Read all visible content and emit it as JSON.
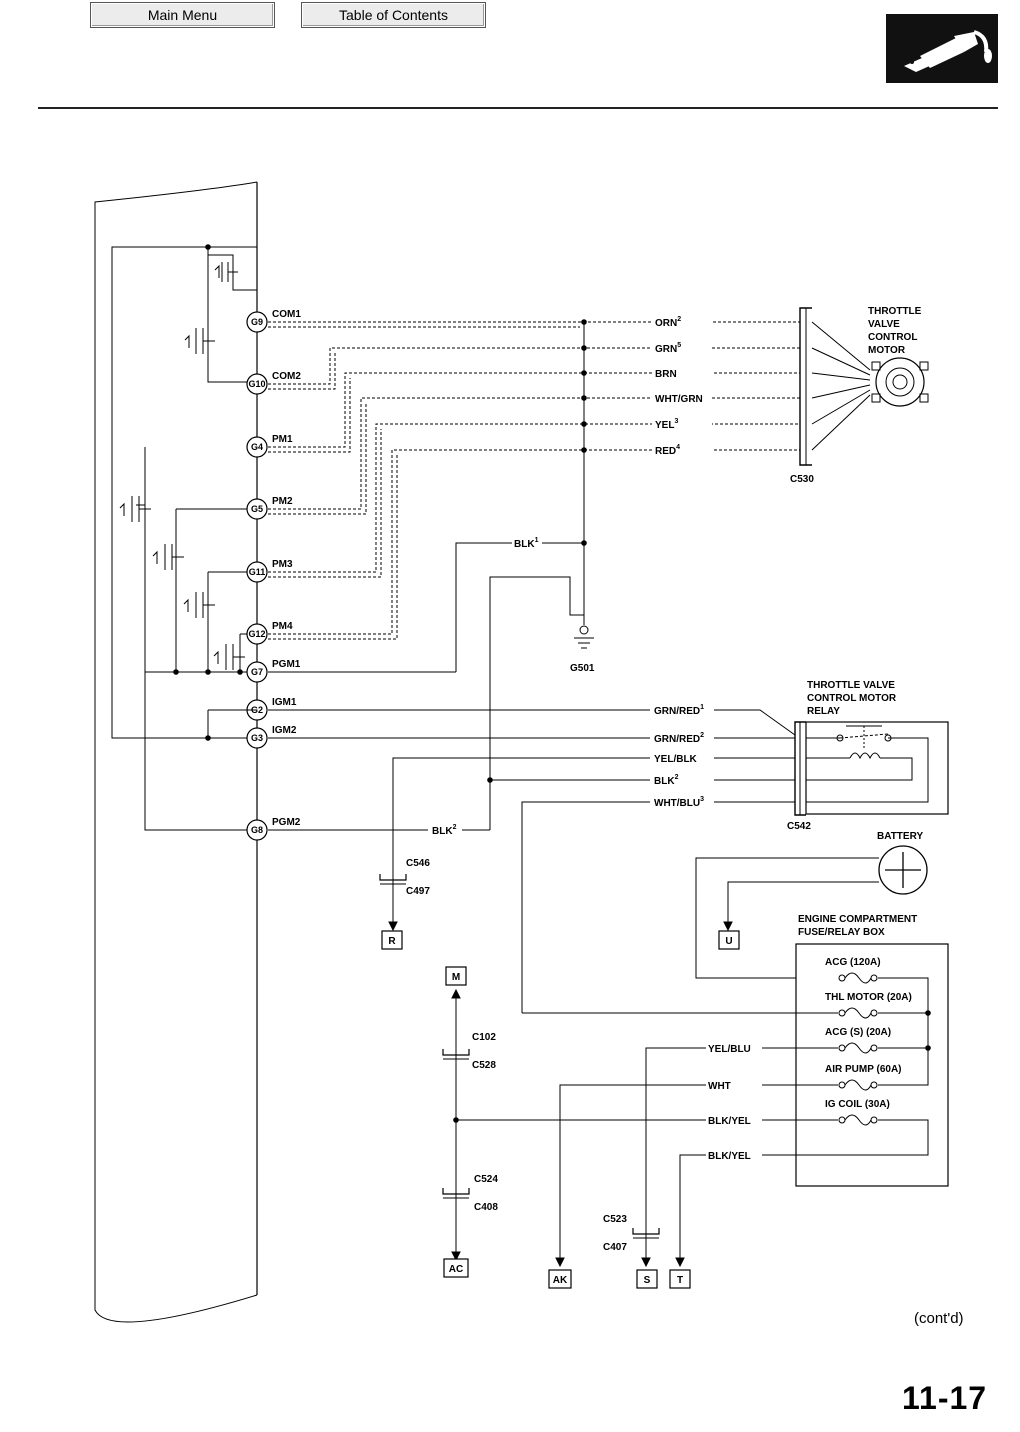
{
  "nav": {
    "main_menu": "Main Menu",
    "toc": "Table of Contents"
  },
  "logo": {
    "icon": "fuel-pump-nozzle-icon"
  },
  "ecm_pins": [
    {
      "pin": "G9",
      "label": "COM1"
    },
    {
      "pin": "G10",
      "label": "COM2"
    },
    {
      "pin": "G4",
      "label": "PM1"
    },
    {
      "pin": "G5",
      "label": "PM2"
    },
    {
      "pin": "G11",
      "label": "PM3"
    },
    {
      "pin": "G12",
      "label": "PM4"
    },
    {
      "pin": "G7",
      "label": "PGM1"
    },
    {
      "pin": "G2",
      "label": "IGM1"
    },
    {
      "pin": "G3",
      "label": "IGM2"
    },
    {
      "pin": "G8",
      "label": "PGM2"
    }
  ],
  "motor_wires": [
    "ORN",
    "GRN",
    "BRN",
    "WHT/GRN",
    "YEL",
    "RED"
  ],
  "motor_wire_notes": [
    "2",
    "5",
    "",
    "",
    "3",
    "4"
  ],
  "motor": {
    "title_lines": [
      "THROTTLE",
      "VALVE",
      "CONTROL",
      "MOTOR"
    ],
    "connector": "C530"
  },
  "ground": {
    "wire": "BLK",
    "note": "1",
    "name": "G501"
  },
  "relay": {
    "title_lines": [
      "THROTTLE VALVE",
      "CONTROL MOTOR",
      "RELAY"
    ],
    "connector": "C542",
    "wires": [
      {
        "label": "GRN/RED",
        "note": "1"
      },
      {
        "label": "GRN/RED",
        "note": "2"
      },
      {
        "label": "YEL/BLK",
        "note": ""
      },
      {
        "label": "BLK",
        "note": "2"
      },
      {
        "label": "WHT/BLU",
        "note": "3"
      }
    ]
  },
  "pgm2_wire": {
    "label": "BLK",
    "note": "2"
  },
  "battery": {
    "label": "BATTERY"
  },
  "fuse_box": {
    "title_lines": [
      "ENGINE COMPARTMENT",
      "FUSE/RELAY BOX"
    ],
    "fuses": [
      "ACG (120A)",
      "THL MOTOR (20A)",
      "ACG (S) (20A)",
      "AIR PUMP (60A)",
      "IG COIL (30A)"
    ]
  },
  "lower_wires": [
    "YEL/BLU",
    "WHT",
    "BLK/YEL",
    "BLK/YEL"
  ],
  "connectors": {
    "c546": "C546",
    "c497": "C497",
    "c102": "C102",
    "c528": "C528",
    "c524": "C524",
    "c408": "C408",
    "c523": "C523",
    "c407": "C407"
  },
  "refs": [
    "R",
    "U",
    "M",
    "AC",
    "AK",
    "S",
    "T"
  ],
  "footer": {
    "contd": "(cont'd)",
    "page": "11-17"
  }
}
